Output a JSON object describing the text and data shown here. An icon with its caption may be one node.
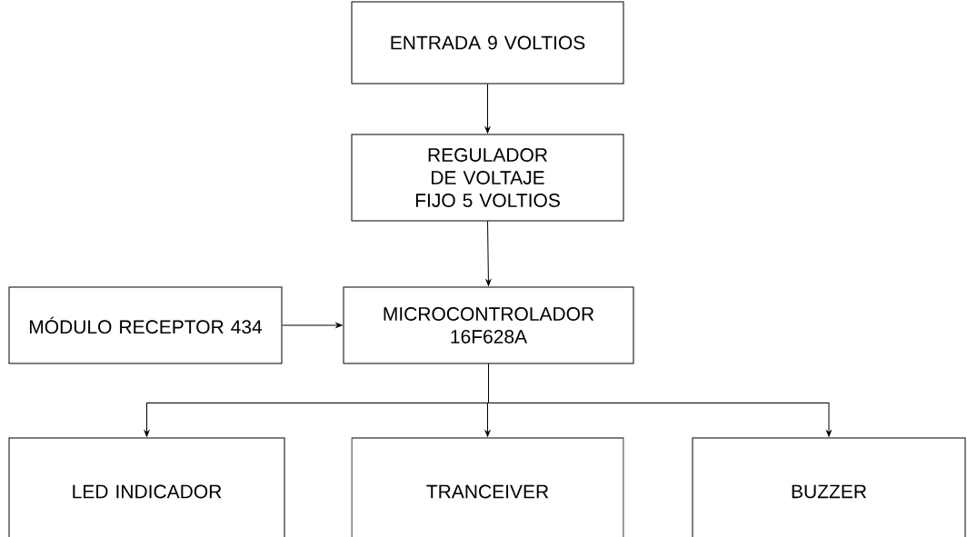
{
  "diagram": {
    "nodes": [
      {
        "text": [
          "ENTRADA 9 VOLTIOS"
        ]
      },
      {
        "text": [
          "REGULADOR DE VOLTAJE FIJO 5 VOLTIOS"
        ]
      },
      {
        "text": [
          "MICROCONTROLADOR 16F628A"
        ]
      },
      {
        "text": [
          "MÓDULO RECEPTOR 434"
        ]
      },
      {
        "text": [
          "LED INDICADOR"
        ]
      },
      {
        "text": [
          "TRANCEIVER"
        ]
      },
      {
        "text": [
          "BUZZER"
        ]
      }
    ],
    "edges": [
      {
        "from": 0,
        "to": 1,
        "arrow": "to"
      },
      {
        "from": 1,
        "to": 2,
        "arrow": "to"
      },
      {
        "from": 3,
        "to": 2,
        "arrow": "to"
      },
      {
        "from": 2,
        "to": 4,
        "arrow": "to"
      },
      {
        "from": 2,
        "to": 5,
        "arrow": "to"
      },
      {
        "from": 2,
        "to": 6,
        "arrow": "to"
      }
    ]
  }
}
